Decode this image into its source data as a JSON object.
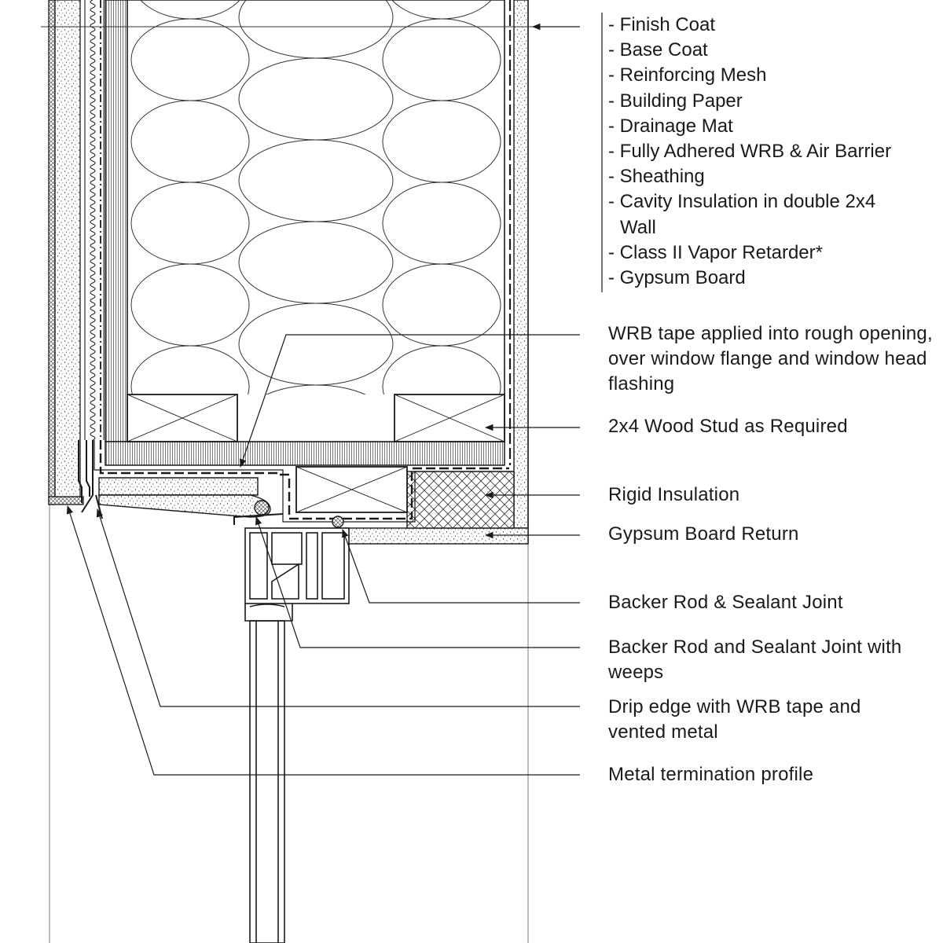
{
  "layers": {
    "items": [
      "- Finish Coat",
      "- Base Coat",
      "- Reinforcing Mesh",
      "- Building Paper",
      "- Drainage Mat",
      "- Fully Adhered WRB & Air Barrier",
      "- Sheathing",
      "- Cavity Insulation in double 2x4",
      "Wall",
      "- Class II Vapor Retarder*",
      "- Gypsum Board"
    ]
  },
  "callouts": {
    "wrb_tape": "WRB tape applied into rough opening, over window flange and window head flashing",
    "wood_stud": "2x4 Wood Stud as Required",
    "rigid_insulation": "Rigid Insulation",
    "gypsum_return": "Gypsum Board Return",
    "backer_rod_sealant": "Backer Rod & Sealant Joint",
    "backer_rod_weeps": "Backer Rod and Sealant Joint with weeps",
    "drip_edge": "Drip edge with WRB tape and vented metal",
    "metal_termination": "Metal termination profile"
  },
  "colors": {
    "line": "#1a1a1a",
    "fill": "#ffffff"
  }
}
